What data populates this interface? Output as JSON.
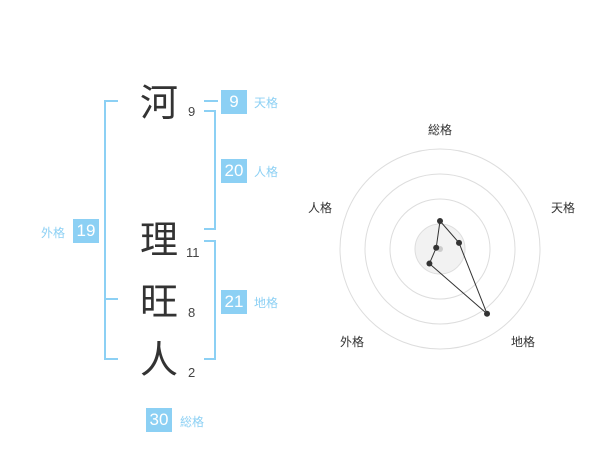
{
  "name_chars": [
    {
      "char": "河",
      "strokes": "9"
    },
    {
      "char": "理",
      "strokes": "11"
    },
    {
      "char": "旺",
      "strokes": "8"
    },
    {
      "char": "人",
      "strokes": "2"
    }
  ],
  "fortunes": {
    "tenkaku": {
      "value": "9",
      "label": "天格"
    },
    "jinkaku": {
      "value": "20",
      "label": "人格"
    },
    "chikaku": {
      "value": "21",
      "label": "地格"
    },
    "gaikaku": {
      "value": "19",
      "label": "外格"
    },
    "soukaku": {
      "value": "30",
      "label": "総格"
    }
  },
  "chart_data": {
    "type": "radar",
    "axes": [
      "総格",
      "天格",
      "地格",
      "外格",
      "人格"
    ],
    "values": [
      1.4,
      1.0,
      4.0,
      0.9,
      0.2
    ],
    "rings": 4,
    "max": 5
  },
  "colors": {
    "accent": "#8cd0f4",
    "text": "#333333",
    "grid": "#dddddd",
    "radar_line": "#333333"
  }
}
